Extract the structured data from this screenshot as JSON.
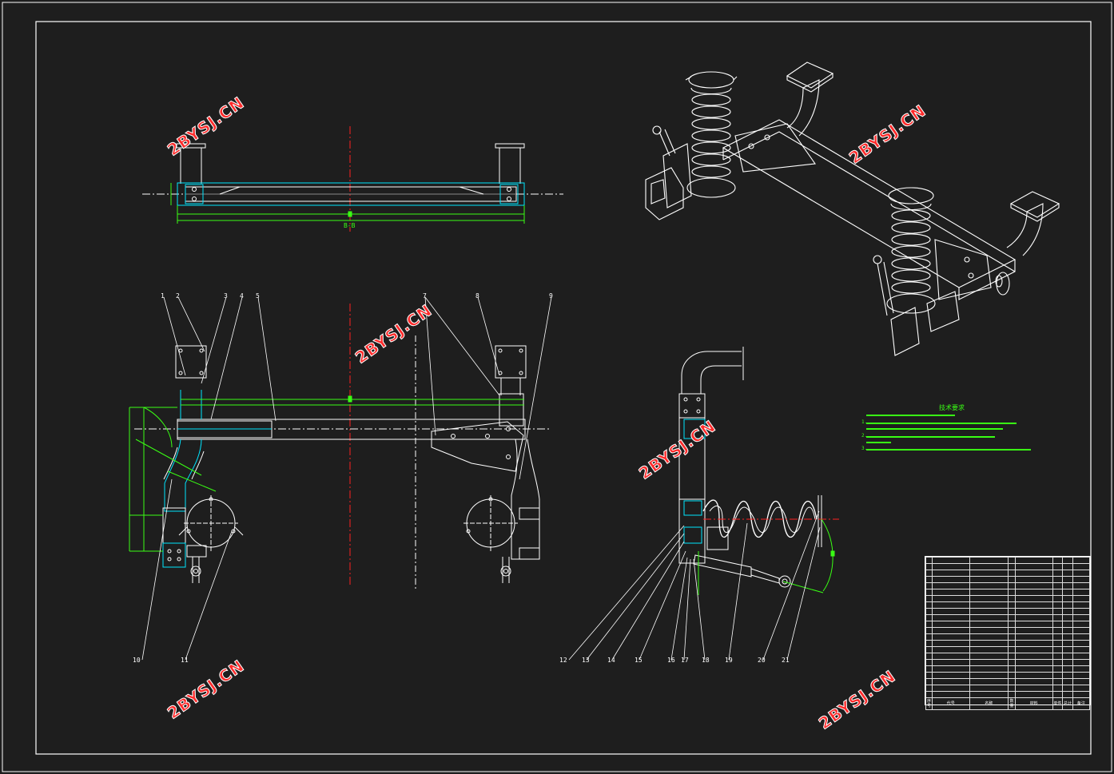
{
  "drawing": {
    "section_label": "B-B",
    "watermark": "2BYSJ.CN"
  },
  "callouts_front": [
    "1",
    "2",
    "3",
    "4",
    "5",
    "7",
    "8",
    "9",
    "10",
    "11"
  ],
  "callouts_side": [
    "12",
    "13",
    "14",
    "15",
    "16",
    "17",
    "18",
    "19",
    "20",
    "21"
  ],
  "tech_notes": {
    "title": "技术要求",
    "lines": [
      "1.",
      "2.",
      "3."
    ]
  },
  "parts_table": {
    "header": [
      "序号",
      "代号",
      "名称",
      "数量",
      "材料",
      "单件",
      "总计",
      "备注"
    ],
    "row_count": 22
  },
  "colors": {
    "background": "#1e1e1e",
    "lines": "#ffffff",
    "dimensions": "#39ff14",
    "hatch": "#00e5ff",
    "centerline": "#ff2020",
    "watermark": "#ff2b2b"
  }
}
